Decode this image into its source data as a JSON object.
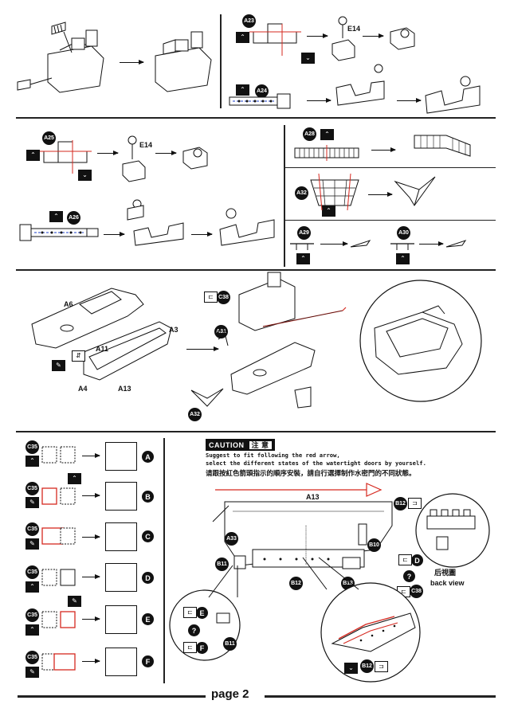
{
  "page": {
    "footer_label": "page 2"
  },
  "steps": {
    "a23": "A23",
    "a24": "A24",
    "a25": "A25",
    "a26": "A26",
    "a28": "A28",
    "a32": "A32",
    "a29": "A29",
    "a30": "A30",
    "c38": "C38",
    "a31": "A31",
    "a32b": "A32",
    "a33": "A33",
    "b11": "B11",
    "b12": "B12",
    "b13": "B13",
    "b10": "B10",
    "b12b": "B12",
    "b12c": "B12",
    "c38b": "C38"
  },
  "labels": {
    "e14_a": "E14",
    "e14_b": "E14",
    "a6": "A6",
    "a3": "A3",
    "a11": "A11",
    "a4": "A4",
    "a13": "A13",
    "a13_b": "A13",
    "b11_small": "B11"
  },
  "variants": [
    {
      "callout": "C35",
      "result": "A"
    },
    {
      "callout": "C35",
      "result": "B"
    },
    {
      "callout": "C35",
      "result": "C"
    },
    {
      "callout": "C35",
      "result": "D"
    },
    {
      "callout": "C35",
      "result": "E"
    },
    {
      "callout": "C35",
      "result": "F"
    }
  ],
  "caution": {
    "tag": "CAUTION",
    "tag_cn": "注 意",
    "line1": "Suggest to fit following the red arrow,",
    "line2": "select the different states of the watertight doors by yourself.",
    "line3_cn": "请跟按紅色箭頭指示的順序安裝，請自行選擇制作水密門的不同狀態。"
  },
  "back_view": {
    "cn": "后視圖",
    "en": "back view"
  },
  "small_letters": {
    "d": "D",
    "e": "E",
    "f": "F",
    "q1": "?",
    "q2": "?"
  },
  "colors": {
    "ink": "#111111",
    "accent": "#d6281f"
  }
}
